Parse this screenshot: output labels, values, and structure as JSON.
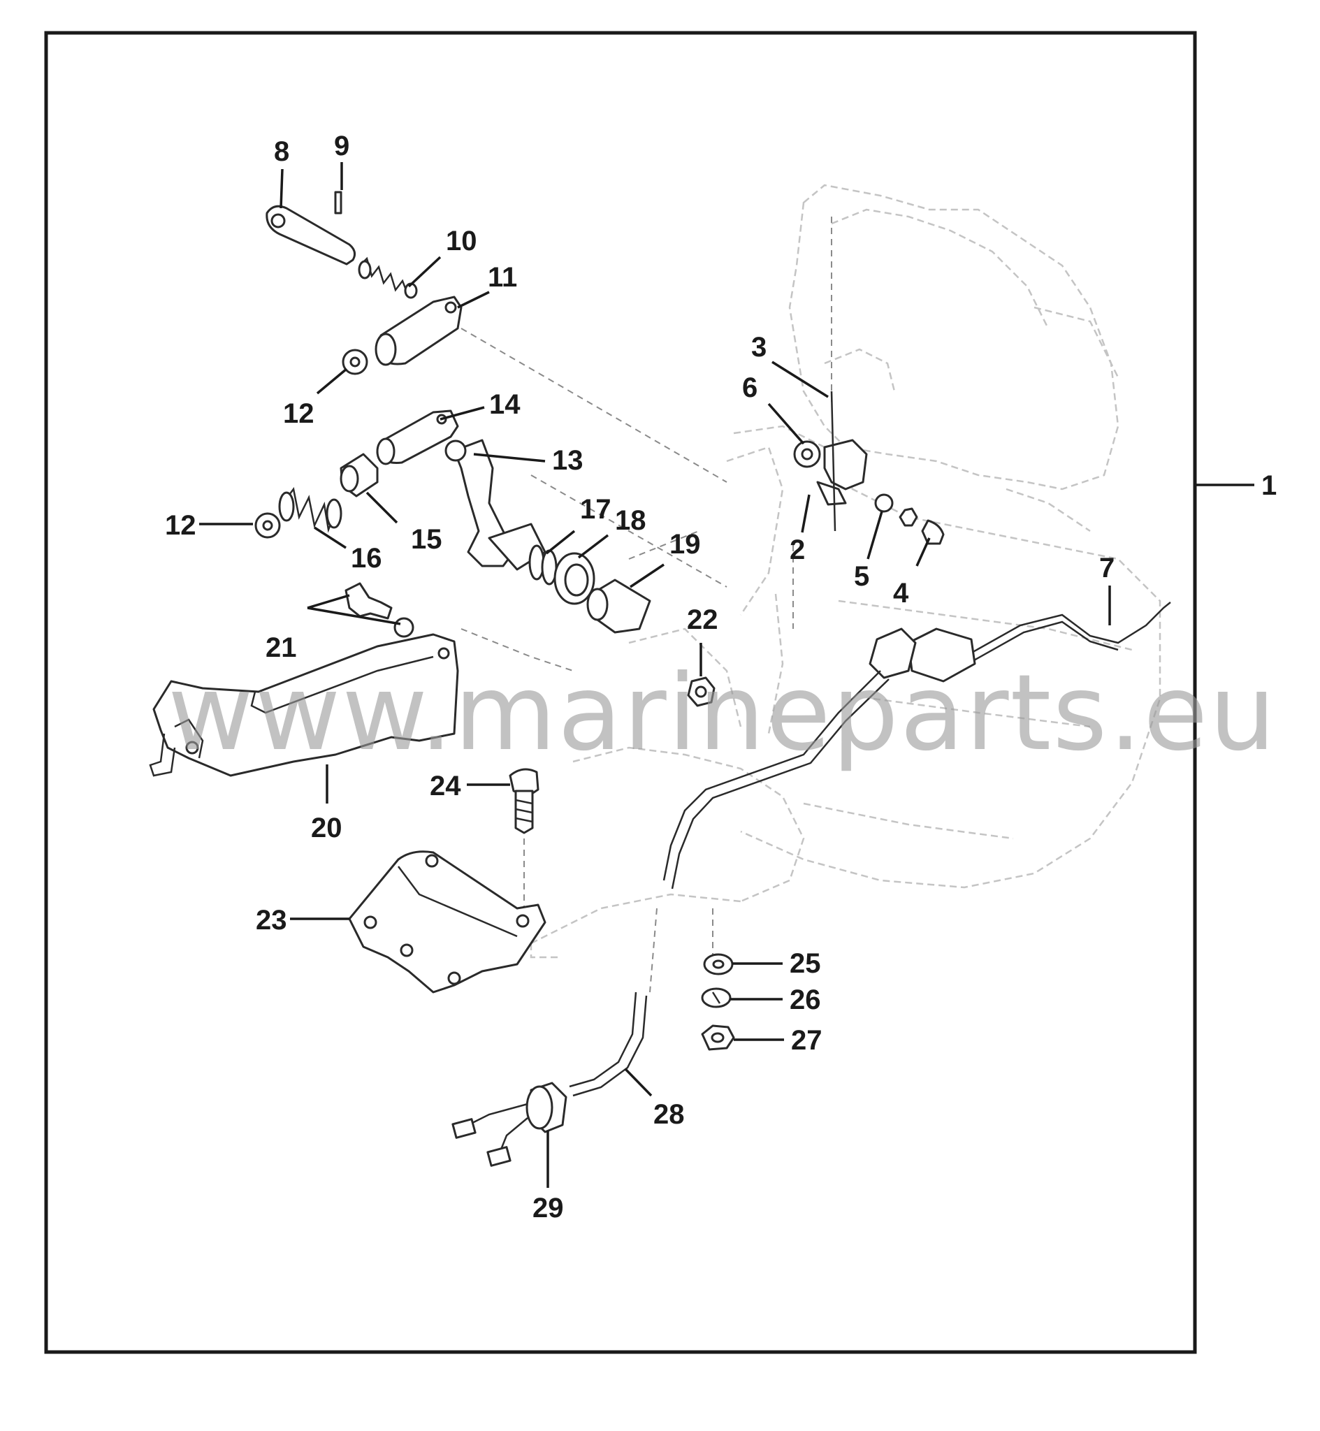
{
  "diagram": {
    "watermark": "www.marineparts.eu",
    "callouts": [
      "1",
      "2",
      "3",
      "4",
      "5",
      "6",
      "7",
      "8",
      "9",
      "10",
      "11",
      "12",
      "12",
      "13",
      "14",
      "15",
      "16",
      "17",
      "18",
      "19",
      "20",
      "21",
      "22",
      "23",
      "24",
      "25",
      "26",
      "27",
      "28",
      "29"
    ]
  }
}
